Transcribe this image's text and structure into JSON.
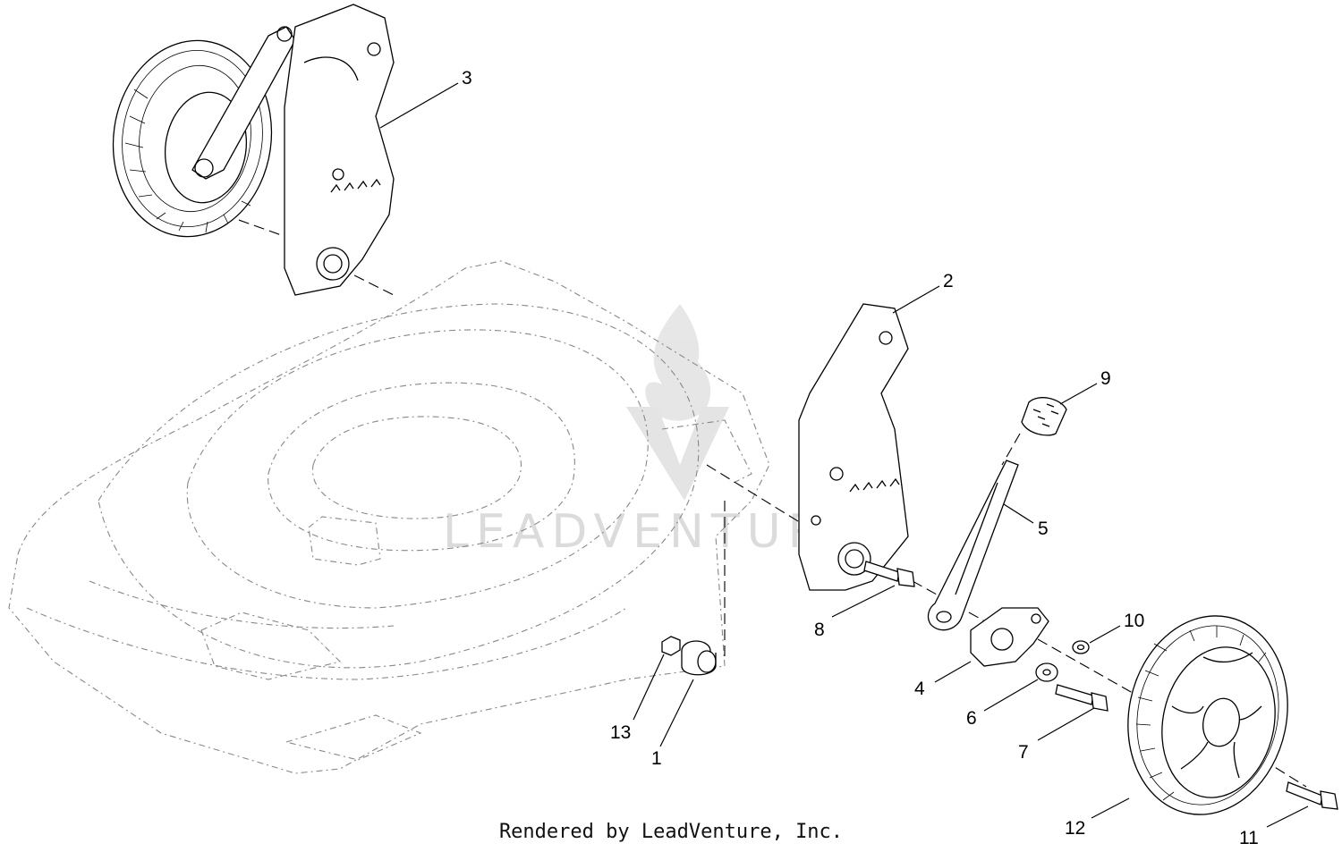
{
  "watermark": {
    "text": "LEADVENTURE"
  },
  "footer": {
    "credit": "Rendered by LeadVenture, Inc."
  },
  "callouts": [
    {
      "id": "1",
      "label": "1"
    },
    {
      "id": "2",
      "label": "2"
    },
    {
      "id": "3",
      "label": "3"
    },
    {
      "id": "4",
      "label": "4"
    },
    {
      "id": "5",
      "label": "5"
    },
    {
      "id": "6",
      "label": "6"
    },
    {
      "id": "7",
      "label": "7"
    },
    {
      "id": "8",
      "label": "8"
    },
    {
      "id": "9",
      "label": "9"
    },
    {
      "id": "10",
      "label": "10"
    },
    {
      "id": "11",
      "label": "11"
    },
    {
      "id": "12",
      "label": "12"
    },
    {
      "id": "13",
      "label": "13"
    }
  ]
}
